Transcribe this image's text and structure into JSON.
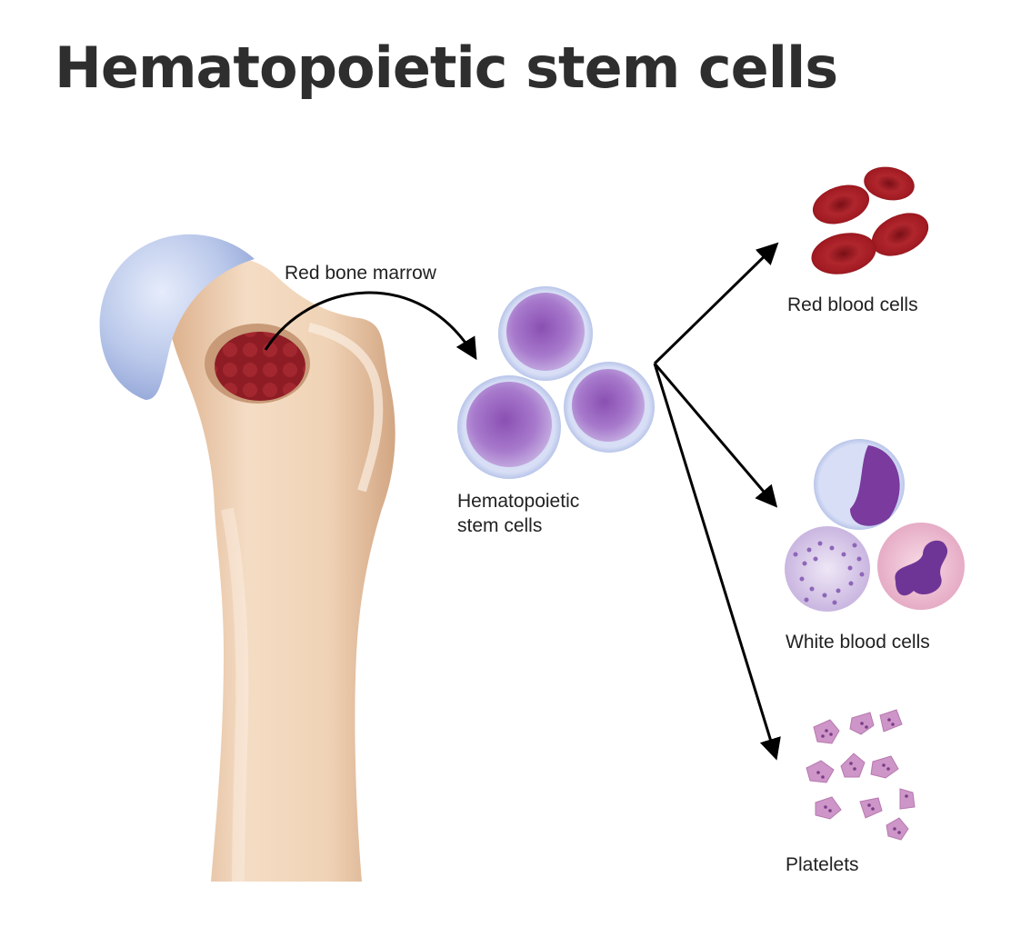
{
  "title": "Hematopoietic stem cells",
  "labels": {
    "marrow": "Red bone marrow",
    "stem_line1": "Hematopoietic",
    "stem_line2": "stem cells",
    "rbc": "Red blood cells",
    "wbc": "White blood cells",
    "platelets": "Platelets"
  },
  "colors": {
    "bone_light": "#f7e6d4",
    "bone_mid": "#e8c9a8",
    "bone_shadow": "#d1a883",
    "cartilage": "#b9c7ea",
    "marrow": "#8e1c24",
    "stem_cell": "#9a6cc0",
    "rbc": "#a51d24",
    "platelet": "#c98fc4",
    "arrow": "#000000"
  }
}
